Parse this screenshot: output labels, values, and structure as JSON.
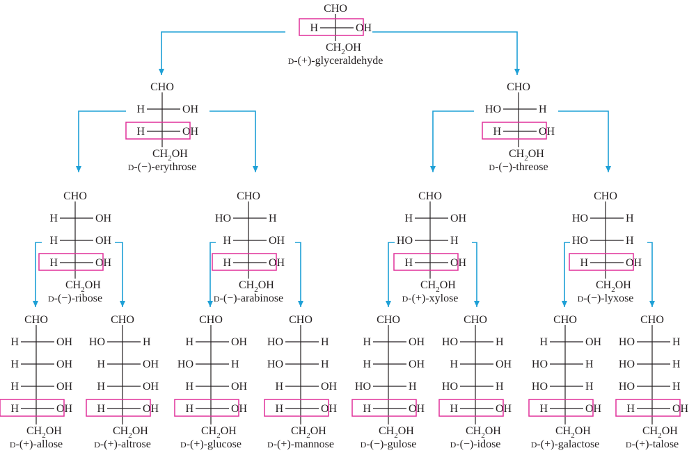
{
  "title": "D-aldose family tree",
  "colors": {
    "arrow": "#1ea0d6",
    "highlight_box": "#e0309a",
    "text": "#231f20"
  },
  "labels": {
    "top_group": "CHO",
    "bottom_group": "CH2OH",
    "bottom_group_parts": [
      "CH",
      "2",
      "OH"
    ]
  },
  "molecules": [
    {
      "id": "glyceraldehyde",
      "name": "D-(+)-glyceraldehyde",
      "prefix": "D",
      "rotation": "(+)",
      "base": "glyceraldehyde",
      "level": 0,
      "rows": [
        [
          "H",
          "OH"
        ]
      ],
      "children": [
        "erythrose",
        "threose"
      ]
    },
    {
      "id": "erythrose",
      "name": "D-(−)-erythrose",
      "prefix": "D",
      "rotation": "(−)",
      "base": "erythrose",
      "level": 1,
      "rows": [
        [
          "H",
          "OH"
        ],
        [
          "H",
          "OH"
        ]
      ],
      "children": [
        "ribose",
        "arabinose"
      ]
    },
    {
      "id": "threose",
      "name": "D-(−)-threose",
      "prefix": "D",
      "rotation": "(−)",
      "base": "threose",
      "level": 1,
      "rows": [
        [
          "HO",
          "H"
        ],
        [
          "H",
          "OH"
        ]
      ],
      "children": [
        "xylose",
        "lyxose"
      ]
    },
    {
      "id": "ribose",
      "name": "D-(−)-ribose",
      "prefix": "D",
      "rotation": "(−)",
      "base": "ribose",
      "level": 2,
      "rows": [
        [
          "H",
          "OH"
        ],
        [
          "H",
          "OH"
        ],
        [
          "H",
          "OH"
        ]
      ],
      "children": [
        "allose",
        "altrose"
      ]
    },
    {
      "id": "arabinose",
      "name": "D-(−)-arabinose",
      "prefix": "D",
      "rotation": "(−)",
      "base": "arabinose",
      "level": 2,
      "rows": [
        [
          "HO",
          "H"
        ],
        [
          "H",
          "OH"
        ],
        [
          "H",
          "OH"
        ]
      ],
      "children": [
        "glucose",
        "mannose"
      ]
    },
    {
      "id": "xylose",
      "name": "D-(+)-xylose",
      "prefix": "D",
      "rotation": "(+)",
      "base": "xylose",
      "level": 2,
      "rows": [
        [
          "H",
          "OH"
        ],
        [
          "HO",
          "H"
        ],
        [
          "H",
          "OH"
        ]
      ],
      "children": [
        "gulose",
        "idose"
      ]
    },
    {
      "id": "lyxose",
      "name": "D-(−)-lyxose",
      "prefix": "D",
      "rotation": "(−)",
      "base": "lyxose",
      "level": 2,
      "rows": [
        [
          "HO",
          "H"
        ],
        [
          "HO",
          "H"
        ],
        [
          "H",
          "OH"
        ]
      ],
      "children": [
        "galactose",
        "talose"
      ]
    },
    {
      "id": "allose",
      "name": "D-(+)-allose",
      "prefix": "D",
      "rotation": "(+)",
      "base": "allose",
      "level": 3,
      "rows": [
        [
          "H",
          "OH"
        ],
        [
          "H",
          "OH"
        ],
        [
          "H",
          "OH"
        ],
        [
          "H",
          "OH"
        ]
      ],
      "children": []
    },
    {
      "id": "altrose",
      "name": "D-(+)-altrose",
      "prefix": "D",
      "rotation": "(+)",
      "base": "altrose",
      "level": 3,
      "rows": [
        [
          "HO",
          "H"
        ],
        [
          "H",
          "OH"
        ],
        [
          "H",
          "OH"
        ],
        [
          "H",
          "OH"
        ]
      ],
      "children": []
    },
    {
      "id": "glucose",
      "name": "D-(+)-glucose",
      "prefix": "D",
      "rotation": "(+)",
      "base": "glucose",
      "level": 3,
      "rows": [
        [
          "H",
          "OH"
        ],
        [
          "HO",
          "H"
        ],
        [
          "H",
          "OH"
        ],
        [
          "H",
          "OH"
        ]
      ],
      "children": []
    },
    {
      "id": "mannose",
      "name": "D-(+)-mannose",
      "prefix": "D",
      "rotation": "(+)",
      "base": "mannose",
      "level": 3,
      "rows": [
        [
          "HO",
          "H"
        ],
        [
          "HO",
          "H"
        ],
        [
          "H",
          "OH"
        ],
        [
          "H",
          "OH"
        ]
      ],
      "children": []
    },
    {
      "id": "gulose",
      "name": "D-(−)-gulose",
      "prefix": "D",
      "rotation": "(−)",
      "base": "gulose",
      "level": 3,
      "rows": [
        [
          "H",
          "OH"
        ],
        [
          "H",
          "OH"
        ],
        [
          "HO",
          "H"
        ],
        [
          "H",
          "OH"
        ]
      ],
      "children": []
    },
    {
      "id": "idose",
      "name": "D-(−)-idose",
      "prefix": "D",
      "rotation": "(−)",
      "base": "idose",
      "level": 3,
      "rows": [
        [
          "HO",
          "H"
        ],
        [
          "H",
          "OH"
        ],
        [
          "HO",
          "H"
        ],
        [
          "H",
          "OH"
        ]
      ],
      "children": []
    },
    {
      "id": "galactose",
      "name": "D-(+)-galactose",
      "prefix": "D",
      "rotation": "(+)",
      "base": "galactose",
      "level": 3,
      "rows": [
        [
          "H",
          "OH"
        ],
        [
          "HO",
          "H"
        ],
        [
          "HO",
          "H"
        ],
        [
          "H",
          "OH"
        ]
      ],
      "children": []
    },
    {
      "id": "talose",
      "name": "D-(+)-talose",
      "prefix": "D",
      "rotation": "(+)",
      "base": "talose",
      "level": 3,
      "rows": [
        [
          "HO",
          "H"
        ],
        [
          "HO",
          "H"
        ],
        [
          "HO",
          "H"
        ],
        [
          "H",
          "OH"
        ]
      ],
      "children": []
    }
  ]
}
